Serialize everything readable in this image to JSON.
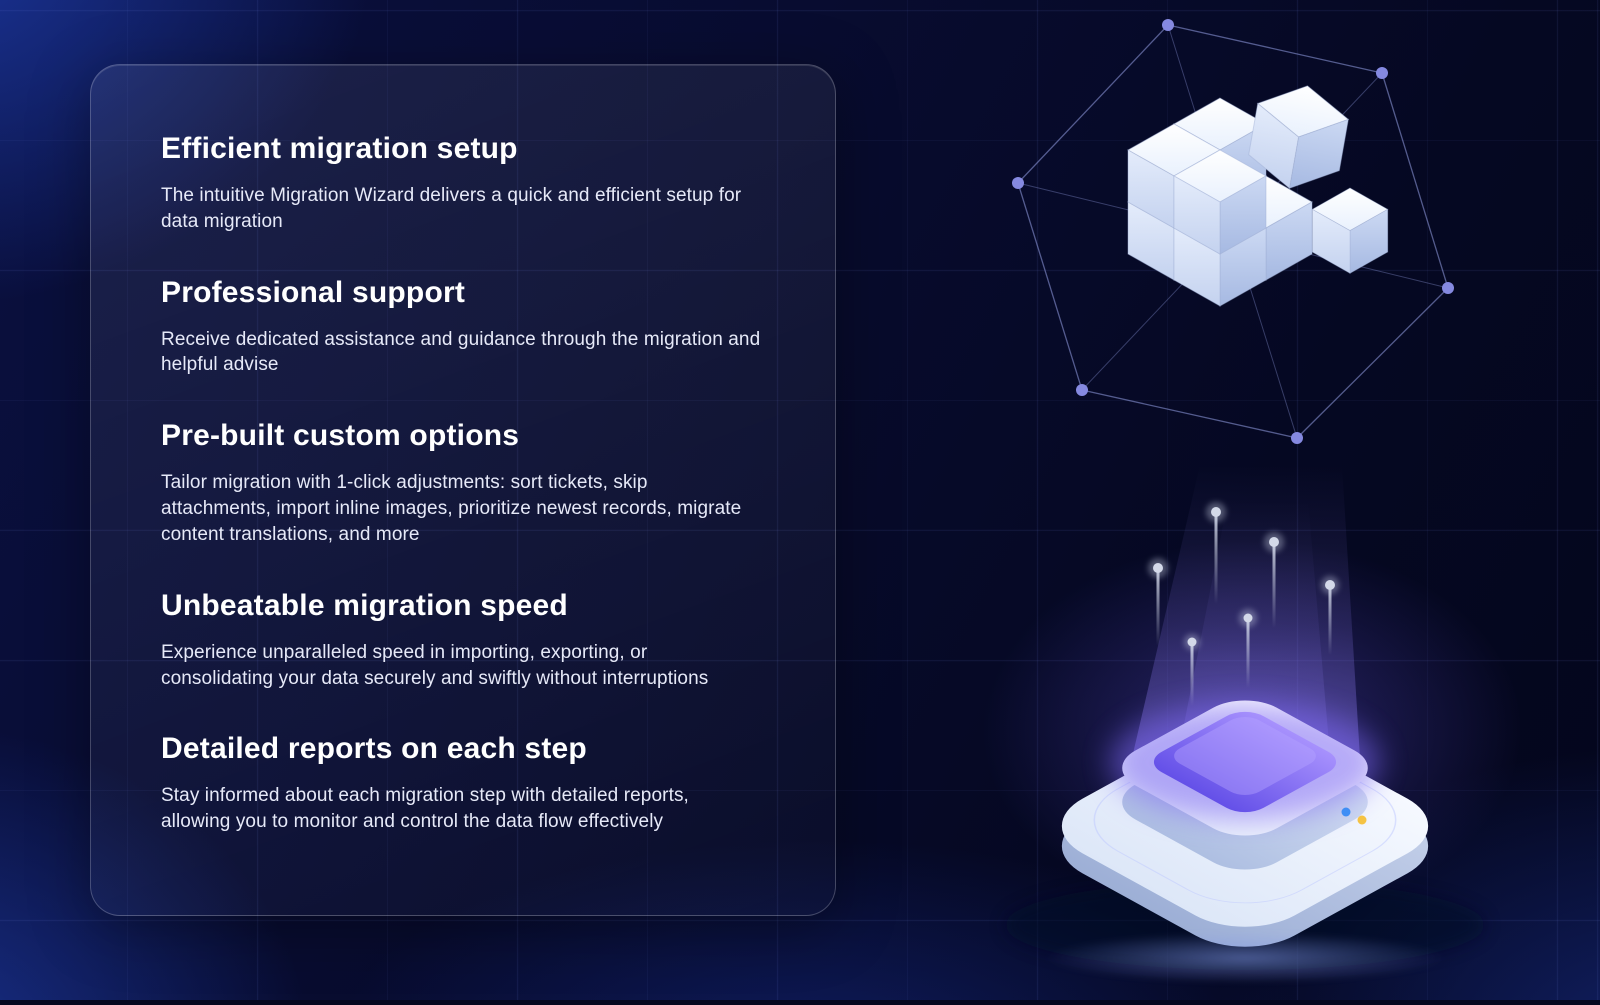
{
  "palette": {
    "background": "#060a2c",
    "heading": "#ffffff",
    "body_text": "#e6e9f8",
    "accent_glow": "#7c66f2",
    "network_node": "#8589e0"
  },
  "card": {
    "features": [
      {
        "title": "Efficient migration setup",
        "description": "The intuitive Migration Wizard delivers a quick and efficient setup for data migration"
      },
      {
        "title": "Professional support",
        "description": "Receive dedicated assistance and guidance through the migration and helpful advise"
      },
      {
        "title": "Pre-built custom options",
        "description": "Tailor migration with 1-click adjustments: sort tickets, skip attachments, import inline images, prioritize newest records, migrate content translations, and more"
      },
      {
        "title": "Unbeatable migration speed",
        "description": "Experience unparalleled speed in importing, exporting, or consolidating your data securely and swiftly without interruptions"
      },
      {
        "title": "Detailed reports on each step",
        "description": "Stay informed about each migration step with detailed reports, allowing you to monitor and control the data flow effectively"
      }
    ]
  },
  "illustration": {
    "elements": [
      "network-wireframe",
      "data-cube",
      "light-beam",
      "platform"
    ]
  }
}
